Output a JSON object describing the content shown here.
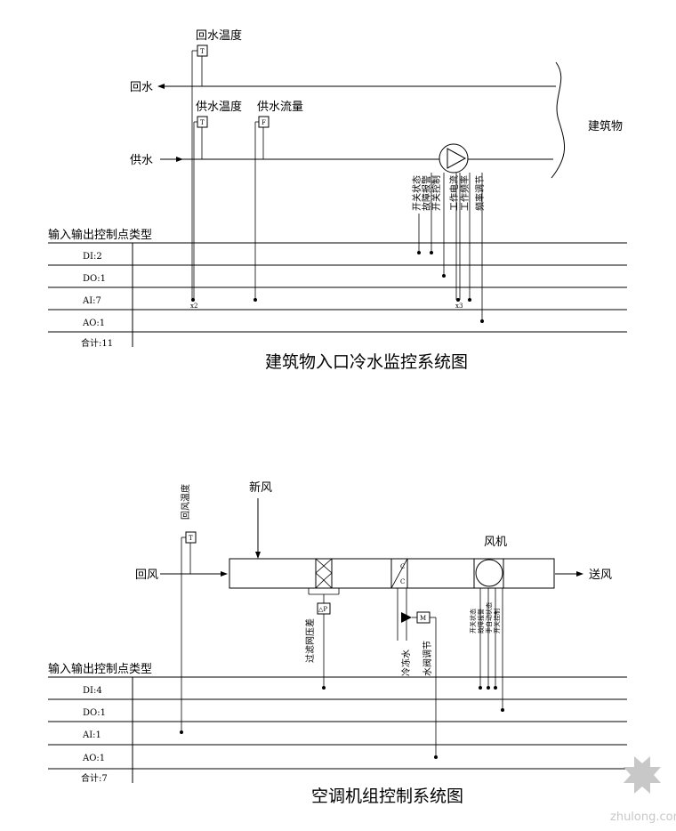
{
  "top": {
    "return_temp": "回水温度",
    "supply_temp": "供水温度",
    "supply_flow": "供水流量",
    "return_water": "回水",
    "supply_water": "供水",
    "building": "建筑物",
    "sensor_t": "T",
    "sensor_f": "F",
    "pump_signals": [
      "开关状态",
      "故障报警",
      "开关控制",
      "工作电流",
      "工作频率",
      "频率调节"
    ],
    "io_header": "输入输出控制点类型",
    "io_rows": [
      "DI:2",
      "DO:1",
      "AI:7",
      "AO:1"
    ],
    "total": "合计:11",
    "mark_x2": "x2",
    "mark_x3": "x3",
    "title": "建筑物入口冷水监控系统图"
  },
  "bottom": {
    "fresh_air": "新风",
    "return_air": "回风",
    "supply_air": "送风",
    "fan": "风机",
    "return_air_temp": "回风温度",
    "sensor_t": "T",
    "sensor_p": "△P",
    "valve_m": "M",
    "coil_c": "C",
    "filter_dp": "过滤网压差",
    "chilled_water": "冷冻水",
    "water_valve": "水阀调节",
    "fan_signals": [
      "开关状态",
      "故障报警",
      "手自动状态",
      "开关控制"
    ],
    "io_header": "输入输出控制点类型",
    "io_rows": [
      "DI:4",
      "DO:1",
      "AI:1",
      "AO:1"
    ],
    "total": "合计:7",
    "title": "空调机组控制系统图"
  },
  "watermark": "zhulong.com"
}
